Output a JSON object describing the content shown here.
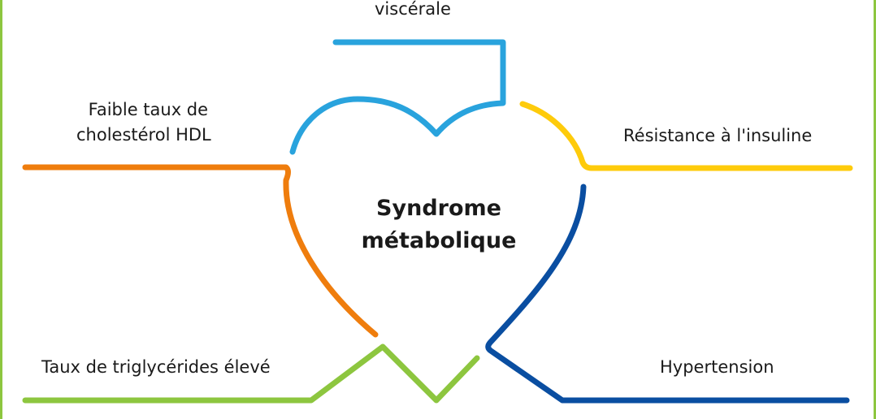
{
  "title_lines": [
    "Syndrome",
    "métabolique"
  ],
  "factors": {
    "obesity": {
      "line": "viscérale",
      "color": "#29a3dd"
    },
    "hdl": {
      "lines": [
        "Faible taux de",
        "cholestérol HDL"
      ],
      "color": "#ef7d0d"
    },
    "insulin": {
      "line": "Résistance à l'insuline",
      "color": "#fecb0b"
    },
    "triglycerides": {
      "line": "Taux de triglycérides élevé",
      "color": "#8dc63f"
    },
    "hypertension": {
      "line": "Hypertension",
      "color": "#0a4ea1"
    }
  },
  "frame_color": "#8dc63f"
}
